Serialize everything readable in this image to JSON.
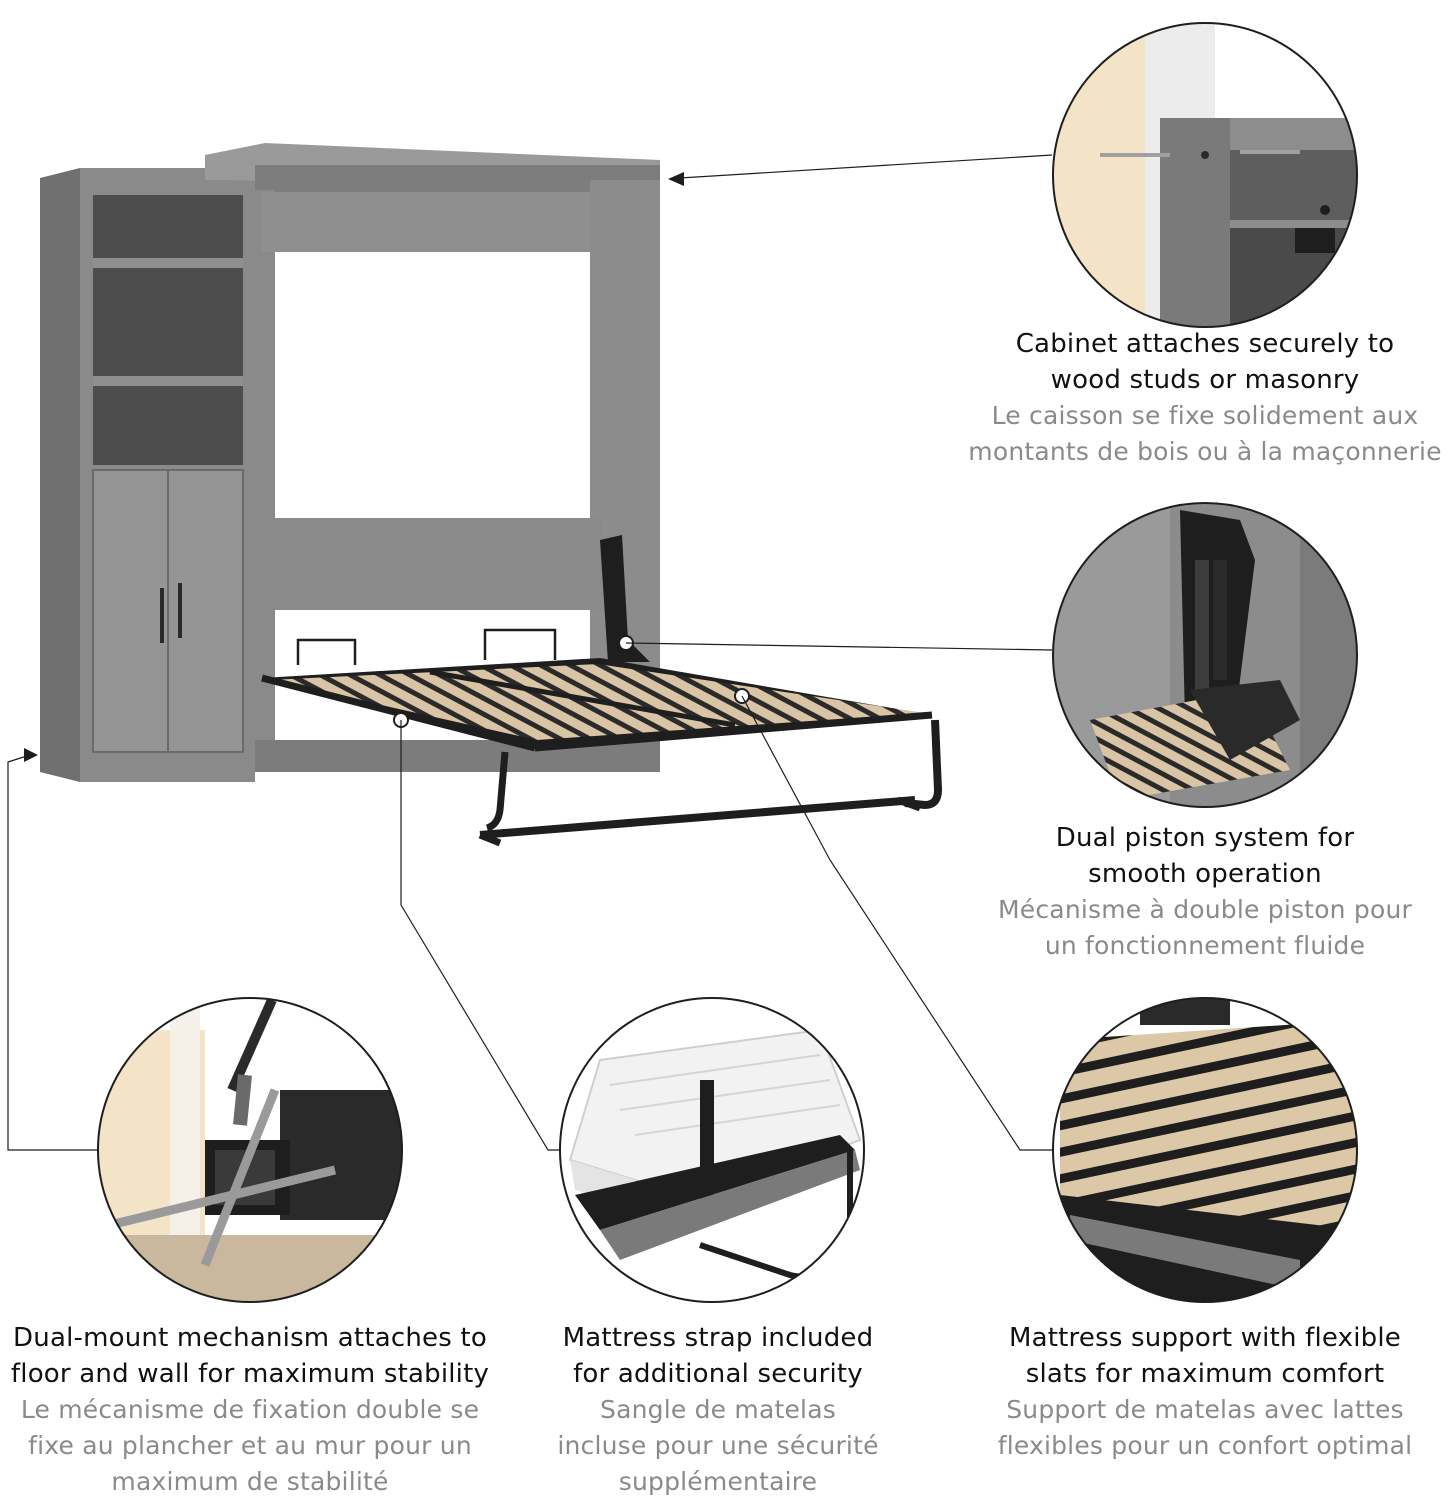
{
  "colors": {
    "wood_gray": "#8a8a8a",
    "wood_dark": "#5f5f5f",
    "metal_black": "#1e1e1e",
    "slat_wood": "#d9c4a5",
    "stud_wood": "#f3e3c7",
    "caption_primary": "#111111",
    "caption_secondary": "#8a8a8a"
  },
  "features": {
    "cabinet": {
      "en_line1": "Cabinet attaches securely to",
      "en_line2": "wood studs or masonry",
      "fr_line1": "Le caisson se fixe solidement aux",
      "fr_line2": "montants de bois ou à la maçonnerie"
    },
    "piston": {
      "en_line1": "Dual piston system for",
      "en_line2": "smooth operation",
      "fr_line1": "Mécanisme à double piston pour",
      "fr_line2": "un fonctionnement fluide"
    },
    "mount": {
      "en_line1": "Dual-mount mechanism attaches to",
      "en_line2": "floor and wall for maximum stability",
      "fr_line1": "Le mécanisme de fixation double se",
      "fr_line2": "fixe au plancher et au mur pour un",
      "fr_line3": "maximum de stabilité"
    },
    "strap": {
      "en_line1": "Mattress strap included",
      "en_line2": "for additional security",
      "fr_line1": "Sangle de matelas",
      "fr_line2": "incluse pour une sécurité",
      "fr_line3": "supplémentaire"
    },
    "slats": {
      "en_line1": "Mattress support with flexible",
      "en_line2": "slats for maximum comfort",
      "fr_line1": "Support de matelas avec lattes",
      "fr_line2": "flexibles pour un confort optimal"
    }
  }
}
